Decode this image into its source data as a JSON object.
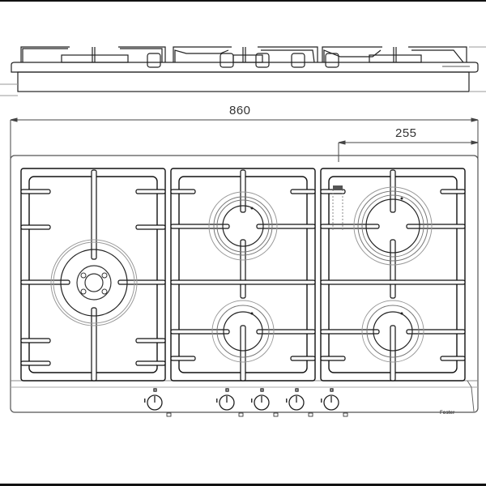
{
  "drawing": {
    "title": "Gas hob technical drawing",
    "views": [
      "side-elevation",
      "top-plan"
    ],
    "line_color": "#222222",
    "secondary_line_color": "#888888",
    "background": "#ffffff"
  },
  "dimensions": {
    "overall_width": "860",
    "burner_offset": "255"
  },
  "hob": {
    "burners": [
      {
        "id": "wok",
        "type": "triple-crown",
        "position": "left-center"
      },
      {
        "id": "rear-center",
        "type": "standard",
        "position": "center-top"
      },
      {
        "id": "front-center",
        "type": "standard",
        "position": "center-bottom"
      },
      {
        "id": "rear-right",
        "type": "rapid",
        "position": "right-top"
      },
      {
        "id": "front-right",
        "type": "standard",
        "position": "right-bottom"
      }
    ],
    "knobs": [
      {
        "id": "knob-1",
        "symbol": "wok"
      },
      {
        "id": "knob-2",
        "symbol": "front-center"
      },
      {
        "id": "knob-3",
        "symbol": "rear-center"
      },
      {
        "id": "knob-4",
        "symbol": "rear-right"
      },
      {
        "id": "knob-5",
        "symbol": "front-right"
      }
    ],
    "brand_label": "Foster"
  }
}
